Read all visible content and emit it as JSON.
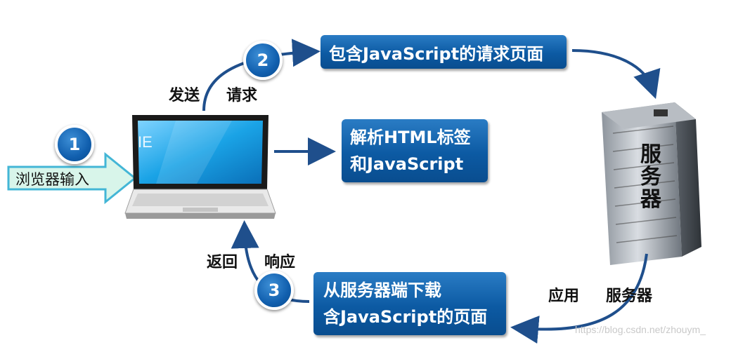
{
  "input": {
    "label": "浏览器输入"
  },
  "laptop": {
    "screen_label": "IE"
  },
  "steps": [
    "1",
    "2",
    "3"
  ],
  "labels": {
    "send": "发送",
    "request": "请求",
    "return": "返回",
    "response": "响应",
    "app_server": "应用",
    "server_word": "服务器"
  },
  "boxes": {
    "request_page": "包含JavaScript的请求页面",
    "parse_line1": "解析HTML标签",
    "parse_line2": "和JavaScript",
    "download_line1": "从服务器端下载",
    "download_line2": "含JavaScript的页面"
  },
  "server": {
    "chars": [
      "服",
      "务",
      "器"
    ],
    "badge": ""
  },
  "watermark": "https://blog.csdn.net/zhouym_",
  "colors": {
    "accent": "#0c5aa3",
    "arrow": "#1f4f8c",
    "input_arrow_fill": "#d8f5ea",
    "input_arrow_stroke": "#43b6d6",
    "screen": "#1aa3e6"
  }
}
